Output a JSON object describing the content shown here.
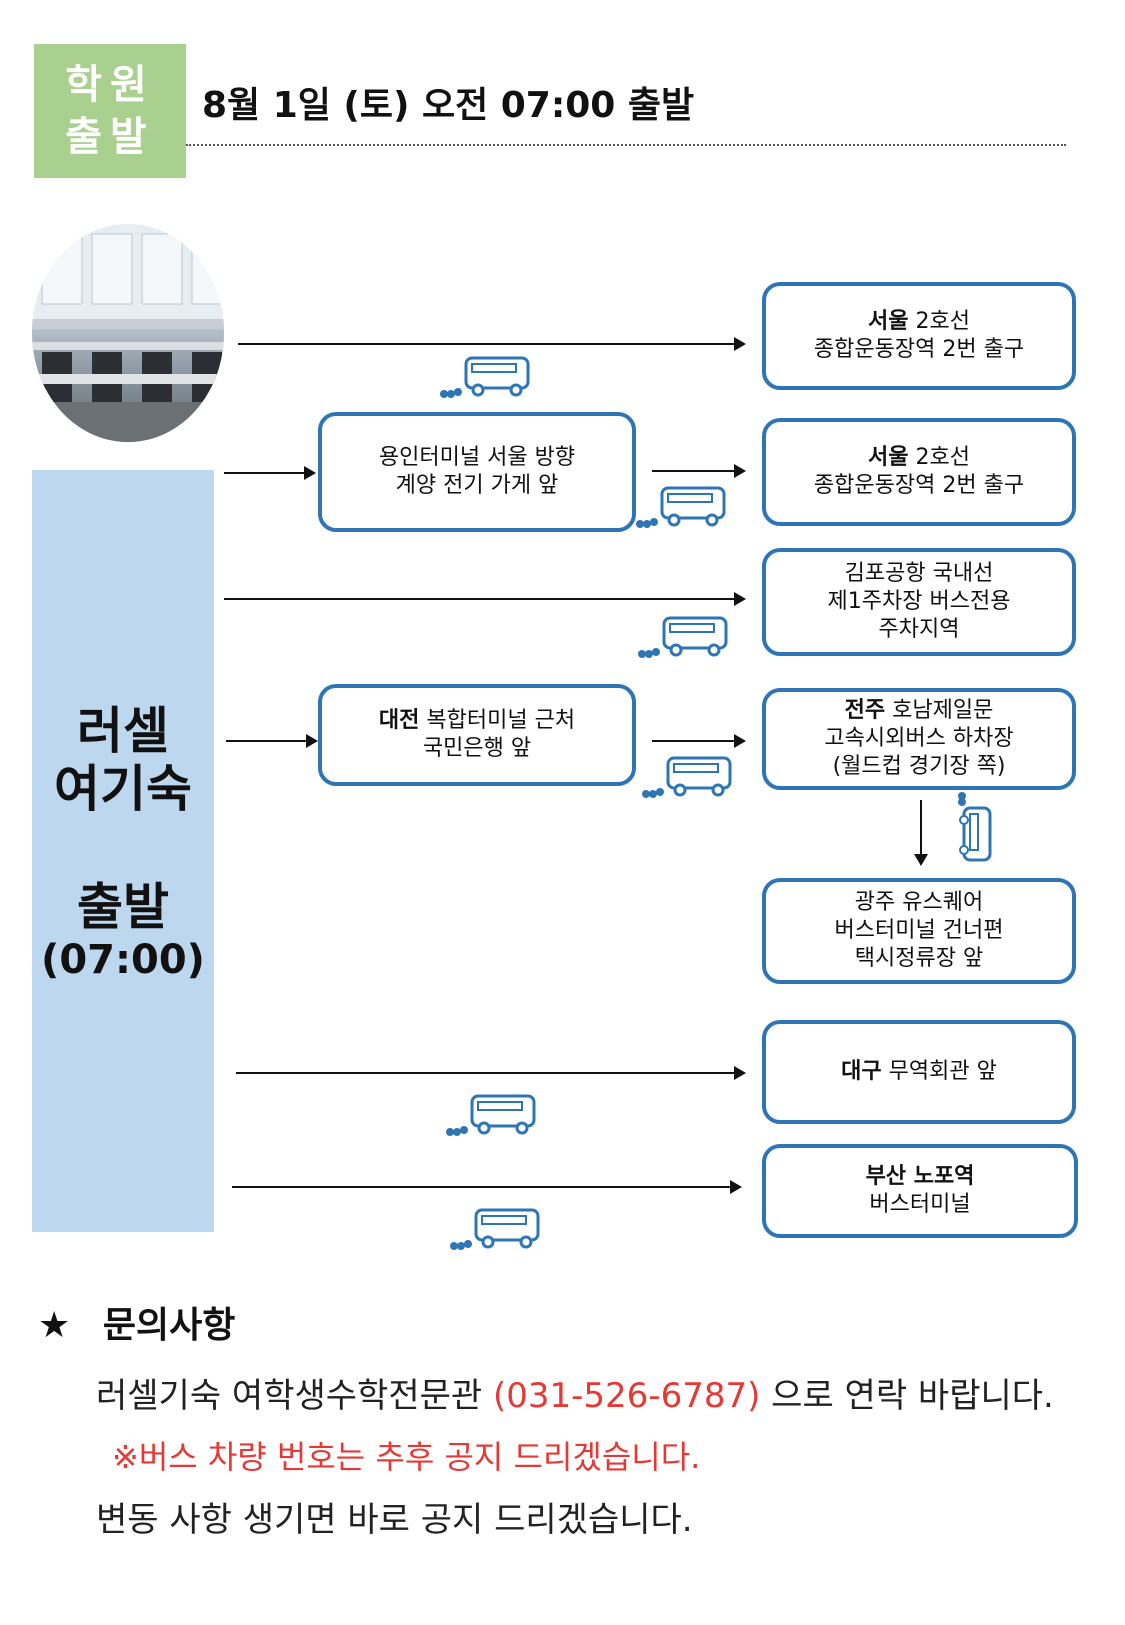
{
  "header": {
    "tag_line1": "학원",
    "tag_line2": "출발",
    "title": "8월 1일 (토) 오전 07:00 출발"
  },
  "origin": {
    "name_line1": "러셀",
    "name_line2": "여기숙",
    "depart_label": "출발",
    "depart_time": "(07:00)"
  },
  "routes": {
    "seoul1": {
      "bold": "서울",
      "rest": " 2호선",
      "line2": "종합운동장역 2번 출구"
    },
    "yongin": {
      "line1": "용인터미널 서울 방향",
      "line2": "계양 전기 가게 앞"
    },
    "seoul2": {
      "bold": "서울",
      "rest": " 2호선",
      "line2": "종합운동장역 2번 출구"
    },
    "gimpo": {
      "line1": "김포공항 국내선",
      "line2": "제1주차장 버스전용",
      "line3": "주차지역"
    },
    "daejeon": {
      "bold": "대전",
      "rest": " 복합터미널 근처",
      "line2": "국민은행 앞"
    },
    "jeonju": {
      "bold": "전주",
      "rest": " 호남제일문",
      "line2": "고속시외버스 하차장",
      "line3": "(월드컵 경기장 쪽)"
    },
    "gwangju": {
      "line1": "광주 유스퀘어",
      "line2": "버스터미널 건너편",
      "line3": "택시정류장 앞"
    },
    "daegu": {
      "bold": "대구",
      "rest": " 무역회관 앞"
    },
    "busan": {
      "bold": "부산 노포역",
      "line2": "버스터미널"
    }
  },
  "inquiry": {
    "star": "★",
    "heading": "문의사항",
    "contact_prefix": "러셀기숙 여학생수학전문관 ",
    "phone": "(031-526-6787)",
    "contact_suffix": " 으로 연락 바랍니다.",
    "notice": "※버스 차량 번호는 추후 공지 드리겠습니다.",
    "change": "변동 사항 생기면 바로 공지 드리겠습니다."
  },
  "colors": {
    "accent": "#2e75b6",
    "tag": "#a9d08e",
    "side": "#bdd7ee",
    "red": "#e53935"
  }
}
